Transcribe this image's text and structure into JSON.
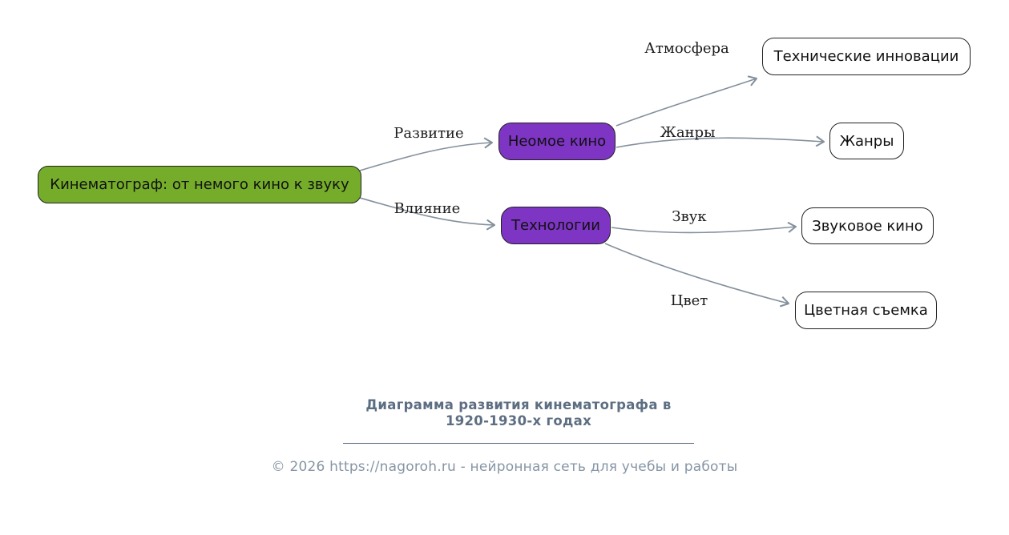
{
  "diagram": {
    "nodes": {
      "root": {
        "label": "Кинематограф: от немого кино к звуку",
        "fill": "#75ad2b"
      },
      "neomoe": {
        "label": "Неомое кино",
        "fill": "#7e35c4"
      },
      "tech": {
        "label": "Технологии",
        "fill": "#7e35c4"
      },
      "innov": {
        "label": "Технические инновации",
        "fill": "#ffffff"
      },
      "zhanry": {
        "label": "Жанры",
        "fill": "#ffffff"
      },
      "zvuk_kino": {
        "label": "Звуковое кино",
        "fill": "#ffffff"
      },
      "tsvet": {
        "label": "Цветная съемка",
        "fill": "#ffffff"
      }
    },
    "edges": {
      "razvitie": {
        "label": "Развитие",
        "from": "root",
        "to": "neomoe"
      },
      "vliyanie": {
        "label": "Влияние",
        "from": "root",
        "to": "tech"
      },
      "atmosfera": {
        "label": "Атмосфера",
        "from": "neomoe",
        "to": "innov"
      },
      "zhanry": {
        "label": "Жанры",
        "from": "neomoe",
        "to": "zhanry"
      },
      "zvuk": {
        "label": "Звук",
        "from": "tech",
        "to": "zvuk_kino"
      },
      "tsvet": {
        "label": "Цвет",
        "from": "tech",
        "to": "tsvet"
      }
    },
    "edge_color": "#84909c",
    "node_border_color": "#222222"
  },
  "footer": {
    "title_line1": "Диаграмма развития кинематографа в",
    "title_line2": "1920-1930-х годах",
    "title_color": "#5d6e82",
    "copyright": "© 2026 https://nagoroh.ru - нейронная сеть для учебы и работы",
    "copyright_color": "#8695a5"
  }
}
